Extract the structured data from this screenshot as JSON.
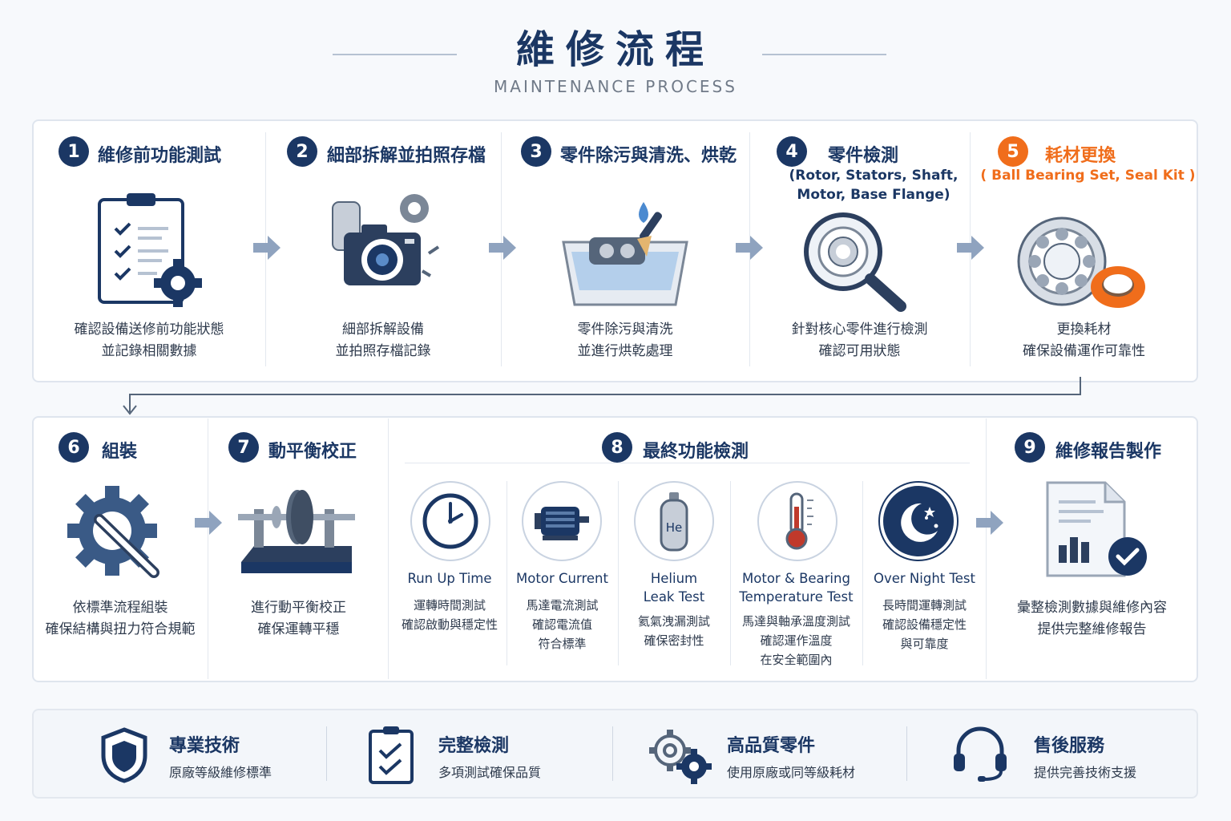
{
  "header": {
    "title": "維修流程",
    "subtitle": "MAINTENANCE PROCESS"
  },
  "steps": [
    {
      "num": "1",
      "title": "維修前功能測試",
      "sub": "",
      "desc1": "確認設備送修前功能狀態",
      "desc2": "並記錄相關數據",
      "icon": "clipboard-gear-icon"
    },
    {
      "num": "2",
      "title": "細部拆解並拍照存檔",
      "sub": "",
      "desc1": "細部拆解設備",
      "desc2": "並拍照存檔記錄",
      "icon": "camera-parts-icon"
    },
    {
      "num": "3",
      "title": "零件除污與清洗、烘乾",
      "sub": "",
      "desc1": "零件除污與清洗",
      "desc2": "並進行烘乾處理",
      "icon": "cleaning-tray-icon"
    },
    {
      "num": "4",
      "title": "零件檢測",
      "sub1": "(Rotor, Stators, Shaft,",
      "sub2": "Motor, Base Flange)",
      "desc1": "針對核心零件進行檢測",
      "desc2": "確認可用狀態",
      "icon": "magnifier-bearing-icon"
    },
    {
      "num": "5",
      "title": "耗材更換",
      "sub1": "( Ball Bearing Set, Seal Kit )",
      "desc1": "更換耗材",
      "desc2": "確保設備運作可靠性",
      "icon": "bearing-seal-icon"
    },
    {
      "num": "6",
      "title": "組裝",
      "desc1": "依標準流程組裝",
      "desc2": "確保結構與扭力符合規範",
      "icon": "wrench-gear-icon"
    },
    {
      "num": "7",
      "title": "動平衡校正",
      "desc1": "進行動平衡校正",
      "desc2": "確保運轉平穩",
      "icon": "balancing-machine-icon"
    },
    {
      "num": "8",
      "title": "最終功能檢測"
    },
    {
      "num": "9",
      "title": "維修報告製作",
      "desc1": "彙整檢測數據與維修內容",
      "desc2": "提供完整維修報告",
      "icon": "report-check-icon"
    }
  ],
  "final_tests": [
    {
      "label1": "Run Up Time",
      "label2": "",
      "d1": "運轉時間測試",
      "d2": "確認啟動與穩定性",
      "d3": "",
      "icon": "clock-icon"
    },
    {
      "label1": "Motor Current",
      "label2": "",
      "d1": "馬達電流測試",
      "d2": "確認電流值",
      "d3": "符合標準",
      "icon": "motor-icon"
    },
    {
      "label1": "Helium",
      "label2": "Leak Test",
      "d1": "氦氣洩漏測試",
      "d2": "確保密封性",
      "d3": "",
      "icon": "helium-cylinder-icon",
      "cylinder_text": "He"
    },
    {
      "label1": "Motor & Bearing",
      "label2": "Temperature Test",
      "d1": "馬達與軸承溫度測試",
      "d2": "確認運作溫度",
      "d3": "在安全範圍內",
      "icon": "thermometer-icon"
    },
    {
      "label1": "Over Night Test",
      "label2": "",
      "d1": "長時間運轉測試",
      "d2": "確認設備穩定性",
      "d3": "與可靠度",
      "icon": "moon-stars-icon"
    }
  ],
  "features": [
    {
      "title": "專業技術",
      "desc": "原廠等級維修標準",
      "icon": "shield-icon"
    },
    {
      "title": "完整檢測",
      "desc": "多項測試確保品質",
      "icon": "checklist-icon"
    },
    {
      "title": "高品質零件",
      "desc": "使用原廠或同等級耗材",
      "icon": "gears-icon"
    },
    {
      "title": "售後服務",
      "desc": "提供完善技術支援",
      "icon": "headset-icon"
    }
  ],
  "colors": {
    "navy": "#1b3764",
    "orange": "#f06d1b",
    "arrow": "#8fa3bf"
  }
}
